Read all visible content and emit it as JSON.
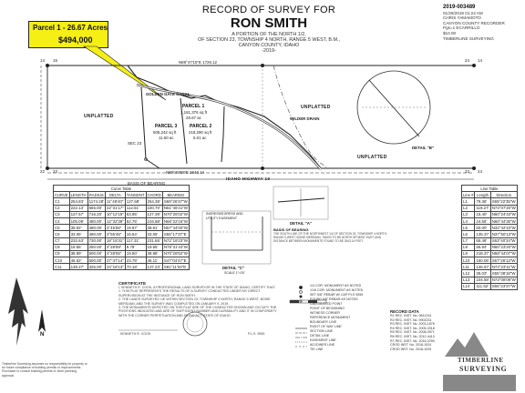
{
  "banner": {
    "parcel": "Parcel 1 - 26.67 Acres",
    "price": "$494,000"
  },
  "header": {
    "title": "RECORD OF SURVEY FOR",
    "name": "RON SMITH",
    "desc1": "A PORTION OF THE NORTH 1/2,",
    "desc2": "OF SECTION 23, TOWNSHIP 4 NORTH, RANGE 5 WEST, B.M.,",
    "county": "CANYON COUNTY, IDAHO",
    "year": "-2019-"
  },
  "recorder": {
    "inst": "2019-003489",
    "date": "01/28/2019 01:24 AM",
    "l1": "CHRIS YAMAMOTO",
    "l2": "CANYON COUNTY RECORDER",
    "l3": "Pgs=1 ECARRILLO",
    "l4": "$10.00",
    "l5": "TIMBERLINE SURVEYING"
  },
  "plat": {
    "parcels": [
      "PARCEL 1",
      "PARCEL 2",
      "PARCEL 3"
    ],
    "parcel1_area": "1,161,376 sq ft",
    "parcel1_ac": "26.67 ac",
    "parcel2_area": "218,290 sq ft",
    "parcel2_ac": "5.01 ac",
    "parcel3_area": "505,242 sq ft",
    "parcel3_ac": "11.60 ac",
    "unplatted": "UNPLATTED",
    "canal": "GOLDEN GATE CANAL",
    "drain": "WILDER DRAIN",
    "highway": "IDAHO HIGHWAY 19",
    "bearing1": "N89°47'15\"E 1726.12",
    "bearing2": "N89°48'55\"E 2643.14",
    "basis": "BASIS OF BEARING",
    "section": "SEC 23",
    "detail_a": "DETAIL \"A\"",
    "detail_b": "DETAIL \"B\"",
    "detail_c": "DETAIL \"C\"",
    "scale": "SCALE 1\"=20'",
    "corner_nums": [
      "14",
      "15",
      "22",
      "23",
      "23",
      "24",
      "24",
      "14"
    ]
  },
  "curve_table": {
    "title": "Curve Table",
    "headers": [
      "CURVE",
      "LENGTH",
      "RADIUS",
      "DELTA",
      "TANGENT",
      "CHORD",
      "BEARING"
    ],
    "rows": [
      [
        "C1",
        "254.83'",
        "1174.28'",
        "11°49'40\"",
        "127.68'",
        "254.38'",
        "S69°26'37\"W"
      ],
      [
        "C2",
        "222.13'",
        "565.00'",
        "22°31'17\"",
        "112.51'",
        "220.70'",
        "N61°46'41\"W"
      ],
      [
        "C3",
        "127.57'",
        "716.20'",
        "10°12'19\"",
        "63.95'",
        "127.39'",
        "N70°26'02\"W"
      ],
      [
        "C4",
        "105.09'",
        "480.00'",
        "12°32'39\"",
        "52.75'",
        "104.88'",
        "N66°22'16\"W"
      ],
      [
        "C5",
        "39.92'",
        "480.00'",
        "4°45'56\"",
        "19.97'",
        "39.91'",
        "N57°44'00\"W"
      ],
      [
        "C6",
        "33.06'",
        "480.00'",
        "3°56'45\"",
        "16.54'",
        "33.05'",
        "S55°17'37\"E"
      ],
      [
        "C7",
        "232.63'",
        "730.00'",
        "18°15'31\"",
        "117.31'",
        "231.65'",
        "N72°18'23\"W"
      ],
      [
        "C8",
        "19.56'",
        "250.00'",
        "4°28'59\"",
        "9.78'",
        "19.55'",
        "N78°31'44\"W"
      ],
      [
        "C9",
        "38.99'",
        "500.00'",
        "4°28'05\"",
        "19.50'",
        "38.98'",
        "N70°28'52\"W"
      ],
      [
        "C10",
        "46.62'",
        "600.00'",
        "27°47'14\"",
        "23.78'",
        "46.11'",
        "S47°04'47\"E"
      ],
      [
        "C11",
        "138.27'",
        "326.00'",
        "24°18'13\"",
        "70.18'",
        "137.23'",
        "S81°11'04\"E"
      ]
    ]
  },
  "line_table": {
    "title": "Line Table",
    "headers": [
      "Line #",
      "Length",
      "Direction"
    ],
    "rows": [
      [
        "L1",
        "79.36'",
        "S69°22'35\"W"
      ],
      [
        "L2",
        "119.27'",
        "N74°07'20\"W"
      ],
      [
        "L3",
        "15.40'",
        "N60°24'43\"W"
      ],
      [
        "L4",
        "24.55'",
        "N60°44'30\"W"
      ],
      [
        "L5",
        "50.00'",
        "N32°42'10\"W"
      ],
      [
        "L6",
        "135.37'",
        "N37°50'13\"W"
      ],
      [
        "L7",
        "65.48'",
        "S63°40'24\"W"
      ],
      [
        "L8",
        "56.84'",
        "N60°23'20\"W"
      ],
      [
        "L9",
        "218.37'",
        "N58°44'07\"W"
      ],
      [
        "L10",
        "160.06'",
        "S67°26'13\"W"
      ],
      [
        "L11",
        "146.67'",
        "N74°23'11\"W"
      ],
      [
        "L12",
        "35.03'",
        "S55°38'18\"W"
      ],
      [
        "L13",
        "104.58'",
        "N73°08'09\"W"
      ],
      [
        "L14",
        "111.52'",
        "S55°23'37\"W"
      ]
    ]
  },
  "certificate": {
    "title": "CERTIFICATE",
    "p1": "I, KENNETH R. COOK, A PROFESSIONAL LAND SURVEYOR IN THE STATE OF IDAHO, CERTIFY THAT:",
    "p2": "1. THIS PLAT REPRESENTS THE RESULTS OF A SURVEY CONDUCTED UNDER MY DIRECT SUPERVISION AT THE INSTANCE OF RON SMITH.",
    "p3": "2. THE LANDS SURVEYED LIE WITHIN SECTION 23, TOWNSHIP 4 NORTH, RANGE 5 WEST, BOISE MERIDIAN, AND THE SURVEY WAS COMPLETED ON JANUARY 9, 2019.",
    "p4": "3. THE MONUMENTS DEPICTED ON THIS PLAT ARE OF THE CHARACTER SHOWN AND OCCUPY THE POSITIONS INDICATED AND ARE OF SUFFICIENT NUMBER AND DURABILITY AND IT IN CONFORMITY WITH THE CORNER PERPETUATION AND FILING ACT, STATE OF IDAHO.",
    "signer": "KENNETH R. COOK",
    "pls": "P.L.S. 9555"
  },
  "basis": {
    "title": "BASIS OF BEARING",
    "text": "THE SOUTH LINE OF THE NORTHWEST 1/4 OF SECTION 23, TOWNSHIP 4 NORTH, RANGE 5 WEST, BOISE MERIDIAN, TAKEN TO BE NORTH 89°48'55\" EAST, AND DISTANCE BETWEEN MONUMENTS FOUND TO BE 2643.14 FEET."
  },
  "legend": {
    "items": [
      "1/4 COR. MONUMENT AS NOTED",
      "1/16 COR. MONUMENT AS NOTED",
      "SET 5/8\" REBAR W/ CAP PLS 9555",
      "FOUND 5/8\" REBAR AS NOTED",
      "CALCULATED POINT",
      "POINT OF BEGINNING",
      "WITNESS CORNER",
      "REFERENCE MONUMENT",
      "BOUNDARY LINE",
      "RIGHT OF WAY LINE",
      "SECTION LINE",
      "DETAIL LINE",
      "EASEMENT LINE",
      "ADJOINER LINE",
      "TIE LINE"
    ]
  },
  "record_data": {
    "title": "RECORD DATA",
    "items": [
      "R1 REC. INST. No. 9811234",
      "R2 REC. INST. No. 9902231",
      "R3 REC. INST. No. 2003-1876",
      "R4 REC. INST. No. 2005-3318",
      "R5 REC. INST. No. 2008-0571",
      "R6 REC. INST. No. 2012-4413",
      "R7 REC. INST. No. 2016-2290",
      "CROD INST. No. 2018-1024",
      "CROD INST. No. 2018-1025"
    ]
  },
  "easement": {
    "l1": "INGRESS/EGRESS AND",
    "l2": "UTILITY EASEMENT"
  },
  "firm": {
    "name1": "TIMBERLINE",
    "name2": "SURVEYING"
  },
  "disclaimer": "Timberline Surveying assumes no responsibility for property or for future compliance of building permits or improvements. Purchaser to consult building permits or other planning approval.",
  "north_label": "N",
  "colors": {
    "banner": "#f5ef16",
    "line": "#222222",
    "paper": "#ffffff"
  }
}
